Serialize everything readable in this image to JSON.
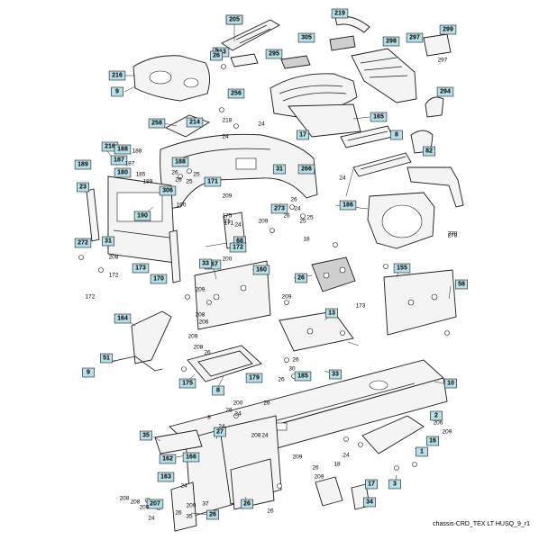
{
  "callout_color": "#b7dfe8",
  "diagram_id": "chassis-CRD_TEX LT HUSQ_9_r1",
  "boxed_labels": [
    "273",
    "219",
    "305",
    "299",
    "213",
    "295",
    "26",
    "298",
    "297",
    "216",
    "9",
    "256",
    "294",
    "258",
    "165",
    "17",
    "8",
    "214",
    "216",
    "188",
    "189",
    "187",
    "180",
    "188",
    "23",
    "266",
    "82",
    "306",
    "190",
    "171",
    "31",
    "68",
    "272",
    "31",
    "173",
    "186",
    "170",
    "267",
    "58",
    "160",
    "155",
    "33",
    "273",
    "172",
    "26",
    "13",
    "164",
    "51",
    "9",
    "8",
    "175",
    "179",
    "185",
    "33",
    "10",
    "35",
    "27",
    "26",
    "16",
    "1",
    "166",
    "162",
    "163",
    "17",
    "3",
    "34",
    "26",
    "207",
    "2",
    "205"
  ],
  "plain_labels": [
    "5",
    "297",
    "218",
    "24",
    "24",
    "188",
    "187",
    "185",
    "26",
    "26",
    "25",
    "25",
    "189",
    "190",
    "24",
    "209",
    "21",
    "24",
    "26",
    "25",
    "24",
    "171",
    "209",
    "26",
    "25",
    "278",
    "175",
    "18",
    "200",
    "209",
    "209",
    "208",
    "208",
    "172",
    "172",
    "173",
    "206",
    "209",
    "208",
    "26",
    "26",
    "30",
    "26",
    "200",
    "8",
    "24",
    "26",
    "26",
    "24",
    "208",
    "24",
    "24",
    "209",
    "26",
    "26",
    "209",
    "209",
    "208",
    "208",
    "209",
    "24",
    "35",
    "37",
    "26",
    "24",
    "18",
    "206",
    "209",
    "278"
  ]
}
